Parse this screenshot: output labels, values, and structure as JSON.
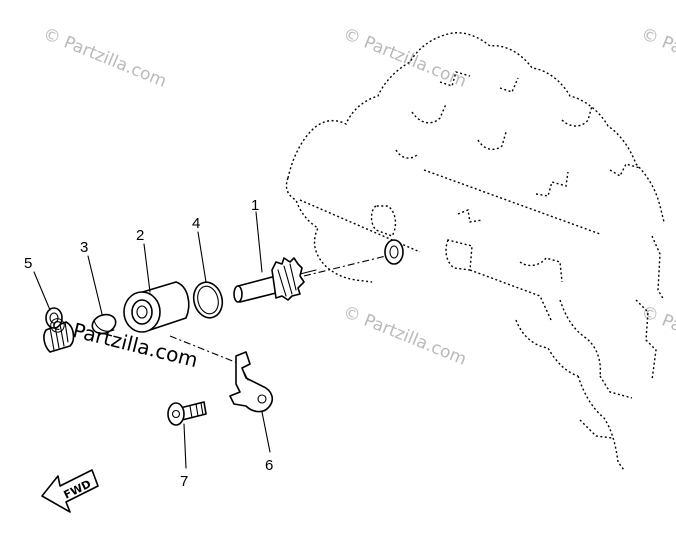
{
  "diagram": {
    "callouts": {
      "c1": "1",
      "c2": "2",
      "c3": "3",
      "c4": "4",
      "c5": "5",
      "c6": "6",
      "c7": "7"
    },
    "fwd_label": "FWD",
    "watermark": "© Partzilla.com"
  }
}
